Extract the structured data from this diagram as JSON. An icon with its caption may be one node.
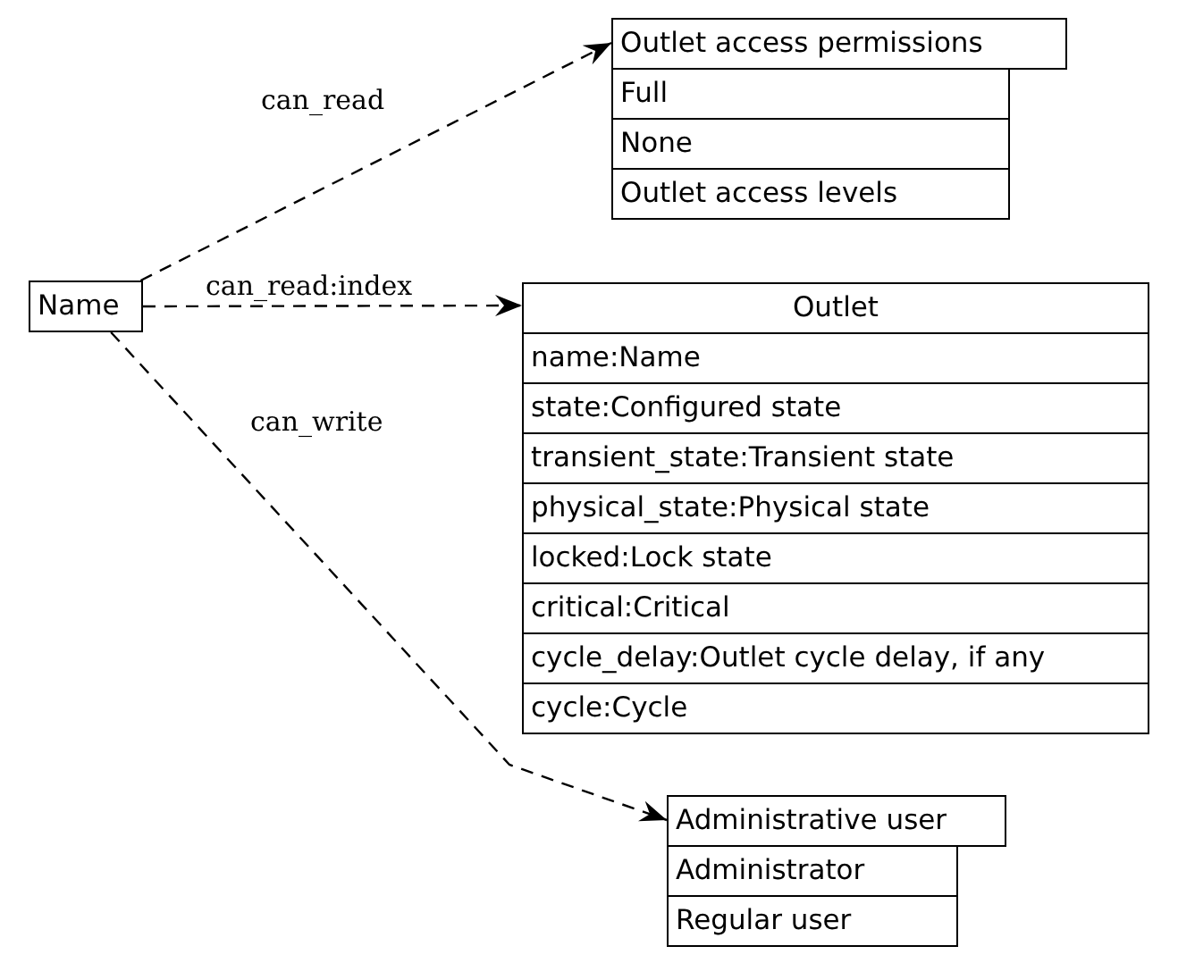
{
  "diagram": {
    "nodes": [
      {
        "text": [
          "Name"
        ]
      },
      {
        "text": [
          "Outlet access permissions",
          "Full",
          "None",
          "Outlet access levels"
        ]
      },
      {
        "text": [
          "Outlet",
          "name:Name",
          "state:Configured state",
          "transient_state:Transient state",
          "physical_state:Physical state",
          "locked:Lock state",
          "critical:Critical",
          "cycle_delay:Outlet cycle delay, if any",
          "cycle:Cycle"
        ]
      },
      {
        "text": [
          "Administrative user",
          "Administrator",
          "Regular user"
        ]
      }
    ],
    "edges": [
      {
        "from": 0,
        "to": 1,
        "arrow": "to",
        "label": "can_read",
        "style": "dashed"
      },
      {
        "from": 0,
        "to": 2,
        "arrow": "to",
        "label": "can_read:index",
        "style": "dashed"
      },
      {
        "from": 0,
        "to": 3,
        "arrow": "to",
        "label": "can_write",
        "style": "dashed"
      }
    ]
  }
}
